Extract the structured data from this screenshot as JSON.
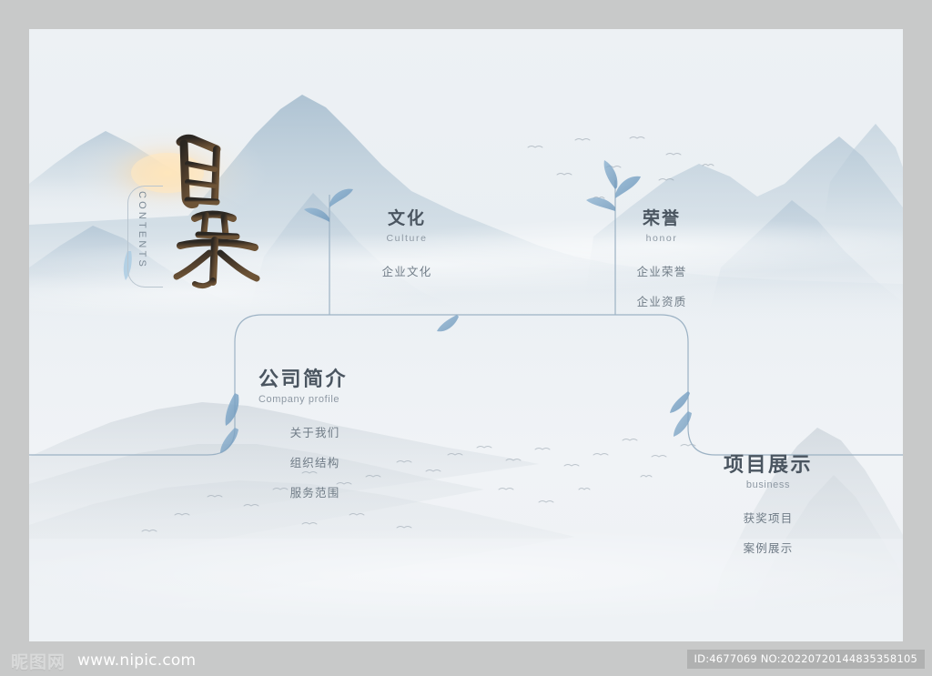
{
  "page": {
    "heading_cn": "目录",
    "heading_en": "CONTENTS"
  },
  "sections": [
    {
      "id": "culture",
      "title": "文化",
      "subtitle": "Culture",
      "items": [
        "企业文化"
      ]
    },
    {
      "id": "honor",
      "title": "荣誉",
      "subtitle": "honor",
      "items": [
        "企业荣誉",
        "企业资质"
      ]
    },
    {
      "id": "company-profile",
      "title": "公司简介",
      "subtitle": "Company profile",
      "items": [
        "关于我们",
        "组织结构",
        "服务范围"
      ]
    },
    {
      "id": "business",
      "title": "项目展示",
      "subtitle": "business",
      "items": [
        "获奖项目",
        "案例展示"
      ]
    }
  ],
  "footer": {
    "watermark_logo": "昵图网",
    "watermark_url": "www.nipic.com",
    "id_text": "ID:4677069 NO:20220720144835358105"
  },
  "colors": {
    "outer_frame": "#c8c9c9",
    "canvas_bg": "#eef2f5",
    "title_text": "#4a5560",
    "sub_text": "#8d98a3",
    "item_text": "#6f7b86",
    "line": "#9fb3c4",
    "leaf": "#7ba3c4",
    "mountain_far": "#b8c9d6",
    "mountain_near": "#cdd8e0"
  }
}
